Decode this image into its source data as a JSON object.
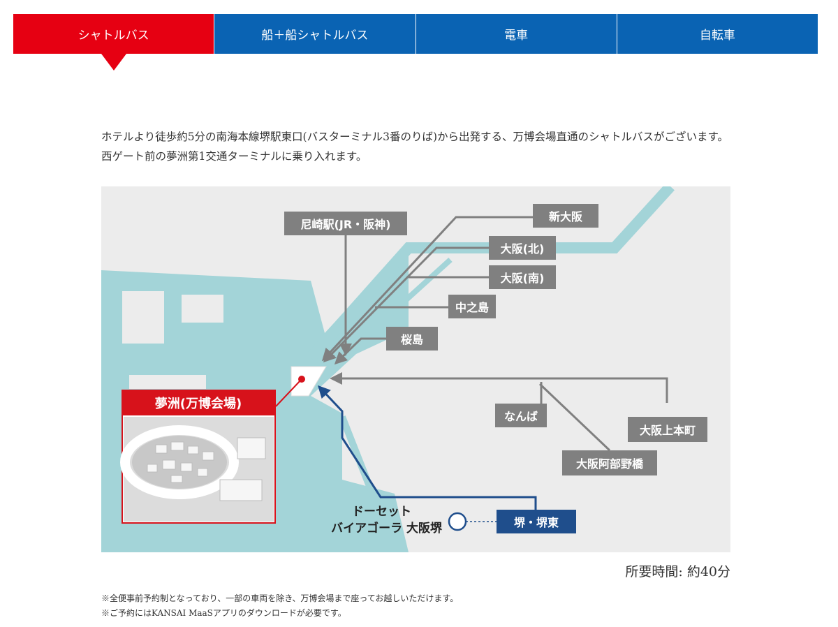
{
  "tabs": [
    {
      "label": "シャトルバス",
      "active": true
    },
    {
      "label": "船＋船シャトルバス",
      "active": false
    },
    {
      "label": "電車",
      "active": false
    },
    {
      "label": "自転車",
      "active": false
    }
  ],
  "intro": "ホテルより徒歩約5分の南海本線堺駅東口(バスターミナル3番のりば)から出発する、万博会場直通のシャトルバスがございます。西ゲート前の夢洲第1交通ターミナルに乗り入れます。",
  "map": {
    "stations": {
      "amagasaki": "尼崎駅(JR・阪神)",
      "shin_osaka": "新大阪",
      "osaka_north": "大阪(北)",
      "osaka_south": "大阪(南)",
      "nakanoshima": "中之島",
      "sakurajima": "桜島",
      "namba": "なんば",
      "uehonmachi": "大阪上本町",
      "abenobashi": "大阪阿部野橋",
      "sakai": "堺・堺東"
    },
    "expo_label": "夢洲(万博会場)",
    "hotel_line1": "ドーセット",
    "hotel_line2": "バイアゴーラ 大阪堺",
    "colors": {
      "sea": "#a3d4d8",
      "land": "#ececec",
      "gray_route": "#808080",
      "blue_route": "#1f4e8c",
      "red": "#d7121b"
    }
  },
  "duration": "所要時間: 約40分",
  "notes": [
    "※全便事前予約制となっており、一部の車両を除き、万博会場まで座ってお越しいただけます。",
    "※ご予約にはKANSAI MaaSアプリのダウンロードが必要です。"
  ]
}
